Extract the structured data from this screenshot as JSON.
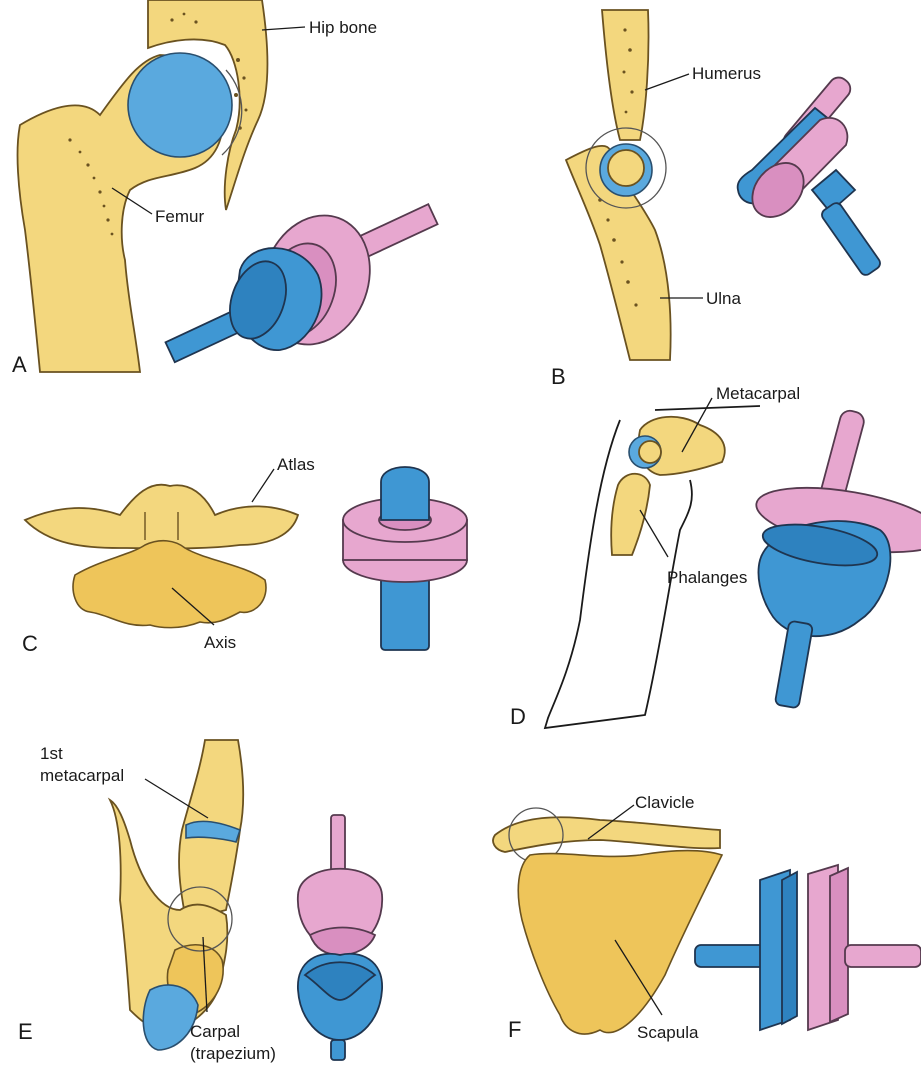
{
  "panels": {
    "a": {
      "letter": "A",
      "labels": {
        "hip_bone": "Hip bone",
        "femur": "Femur"
      }
    },
    "b": {
      "letter": "B",
      "labels": {
        "humerus": "Humerus",
        "ulna": "Ulna"
      }
    },
    "c": {
      "letter": "C",
      "labels": {
        "atlas": "Atlas",
        "axis": "Axis"
      }
    },
    "d": {
      "letter": "D",
      "labels": {
        "metacarpal": "Metacarpal",
        "phalanges": "Phalanges"
      }
    },
    "e": {
      "letter": "E",
      "labels": {
        "first_metacarpal_1": "1st",
        "first_metacarpal_2": "metacarpal",
        "carpal_1": "Carpal",
        "carpal_2": "(trapezium)"
      }
    },
    "f": {
      "letter": "F",
      "labels": {
        "clavicle": "Clavicle",
        "scapula": "Scapula"
      }
    }
  },
  "colors": {
    "bone": "#f3d77e",
    "cartilage": "#5aa9de",
    "model_pink": "#e7a7cf",
    "model_blue": "#3f97d3"
  }
}
